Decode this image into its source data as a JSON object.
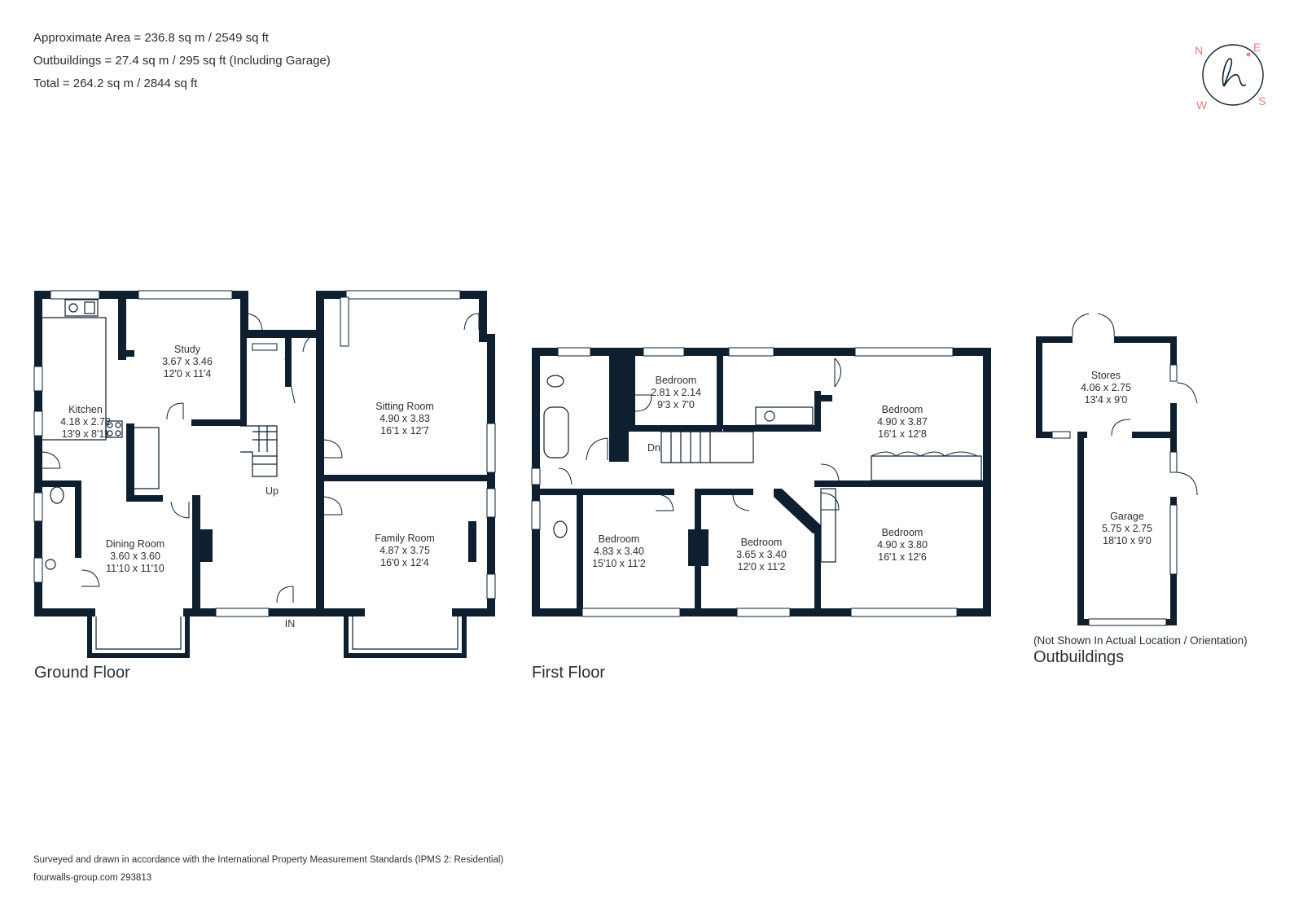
{
  "areas": {
    "approximate": "Approximate Area = 236.8 sq m / 2549 sq ft",
    "outbuildings": "Outbuildings = 27.4 sq m / 295 sq ft (Including Garage)",
    "total": "Total = 264.2 sq m / 2844 sq ft"
  },
  "compass": {
    "n": "N",
    "e": "E",
    "w": "W",
    "s": "S",
    "logo": "h",
    "color": "#e8807a"
  },
  "colors": {
    "wall": "#0e1f30",
    "text": "#2b2f36"
  },
  "ground_floor": {
    "title": "Ground Floor",
    "up": "Up",
    "entrance": "IN",
    "rooms": [
      {
        "name": "Study",
        "metric": "3.67 x 3.46",
        "imperial": "12'0 x 11'4"
      },
      {
        "name": "Kitchen",
        "metric": "4.18 x 2.72",
        "imperial": "13'9 x 8'11"
      },
      {
        "name": "Sitting Room",
        "metric": "4.90 x 3.83",
        "imperial": "16'1 x 12'7"
      },
      {
        "name": "Dining Room",
        "metric": "3.60 x 3.60",
        "imperial": "11'10 x 11'10"
      },
      {
        "name": "Family Room",
        "metric": "4.87 x 3.75",
        "imperial": "16'0 x 12'4"
      }
    ]
  },
  "first_floor": {
    "title": "First Floor",
    "down": "Dn",
    "rooms": [
      {
        "name": "Bedroom",
        "metric": "2.81 x 2.14",
        "imperial": "9'3 x 7'0"
      },
      {
        "name": "Bedroom",
        "metric": "4.90 x 3.87",
        "imperial": "16'1 x 12'8"
      },
      {
        "name": "Bedroom",
        "metric": "4.83 x 3.40",
        "imperial": "15'10 x 11'2"
      },
      {
        "name": "Bedroom",
        "metric": "3.65 x 3.40",
        "imperial": "12'0 x 11'2"
      },
      {
        "name": "Bedroom",
        "metric": "4.90 x 3.80",
        "imperial": "16'1 x 12'6"
      }
    ]
  },
  "outbuildings": {
    "title": "Outbuildings",
    "note": "(Not Shown In Actual Location / Orientation)",
    "rooms": [
      {
        "name": "Stores",
        "metric": "4.06 x 2.75",
        "imperial": "13'4 x 9'0"
      },
      {
        "name": "Garage",
        "metric": "5.75 x 2.75",
        "imperial": "18'10 x 9'0"
      }
    ]
  },
  "footer": {
    "standard": "Surveyed and drawn in accordance with the International Property Measurement Standards (IPMS 2: Residential)",
    "reference": "fourwalls-group.com 293813"
  }
}
